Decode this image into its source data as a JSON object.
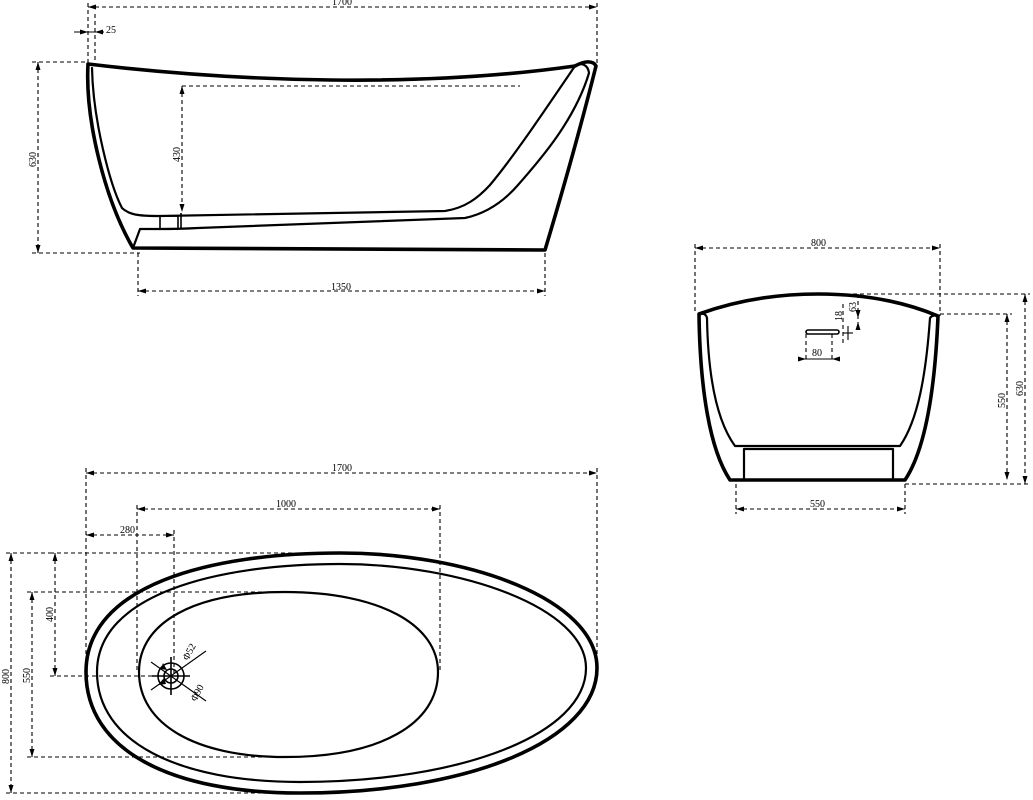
{
  "side_view": {
    "overall_length": "1700",
    "rim_offset": "25",
    "height": "630",
    "inner_depth": "430",
    "base_length": "1350"
  },
  "end_view": {
    "overall_width": "800",
    "drain_height": "63",
    "drain_detail": "18",
    "drain_width": "80",
    "inner_height": "550",
    "height": "630",
    "base_width": "550"
  },
  "top_view": {
    "overall_length": "1700",
    "inner_length": "1000",
    "drain_offset": "280",
    "drain_to_rim": "400",
    "inner_width": "550",
    "overall_width": "800",
    "drain_diameter": "Φ52",
    "overflow_diameter": "Φ90"
  }
}
